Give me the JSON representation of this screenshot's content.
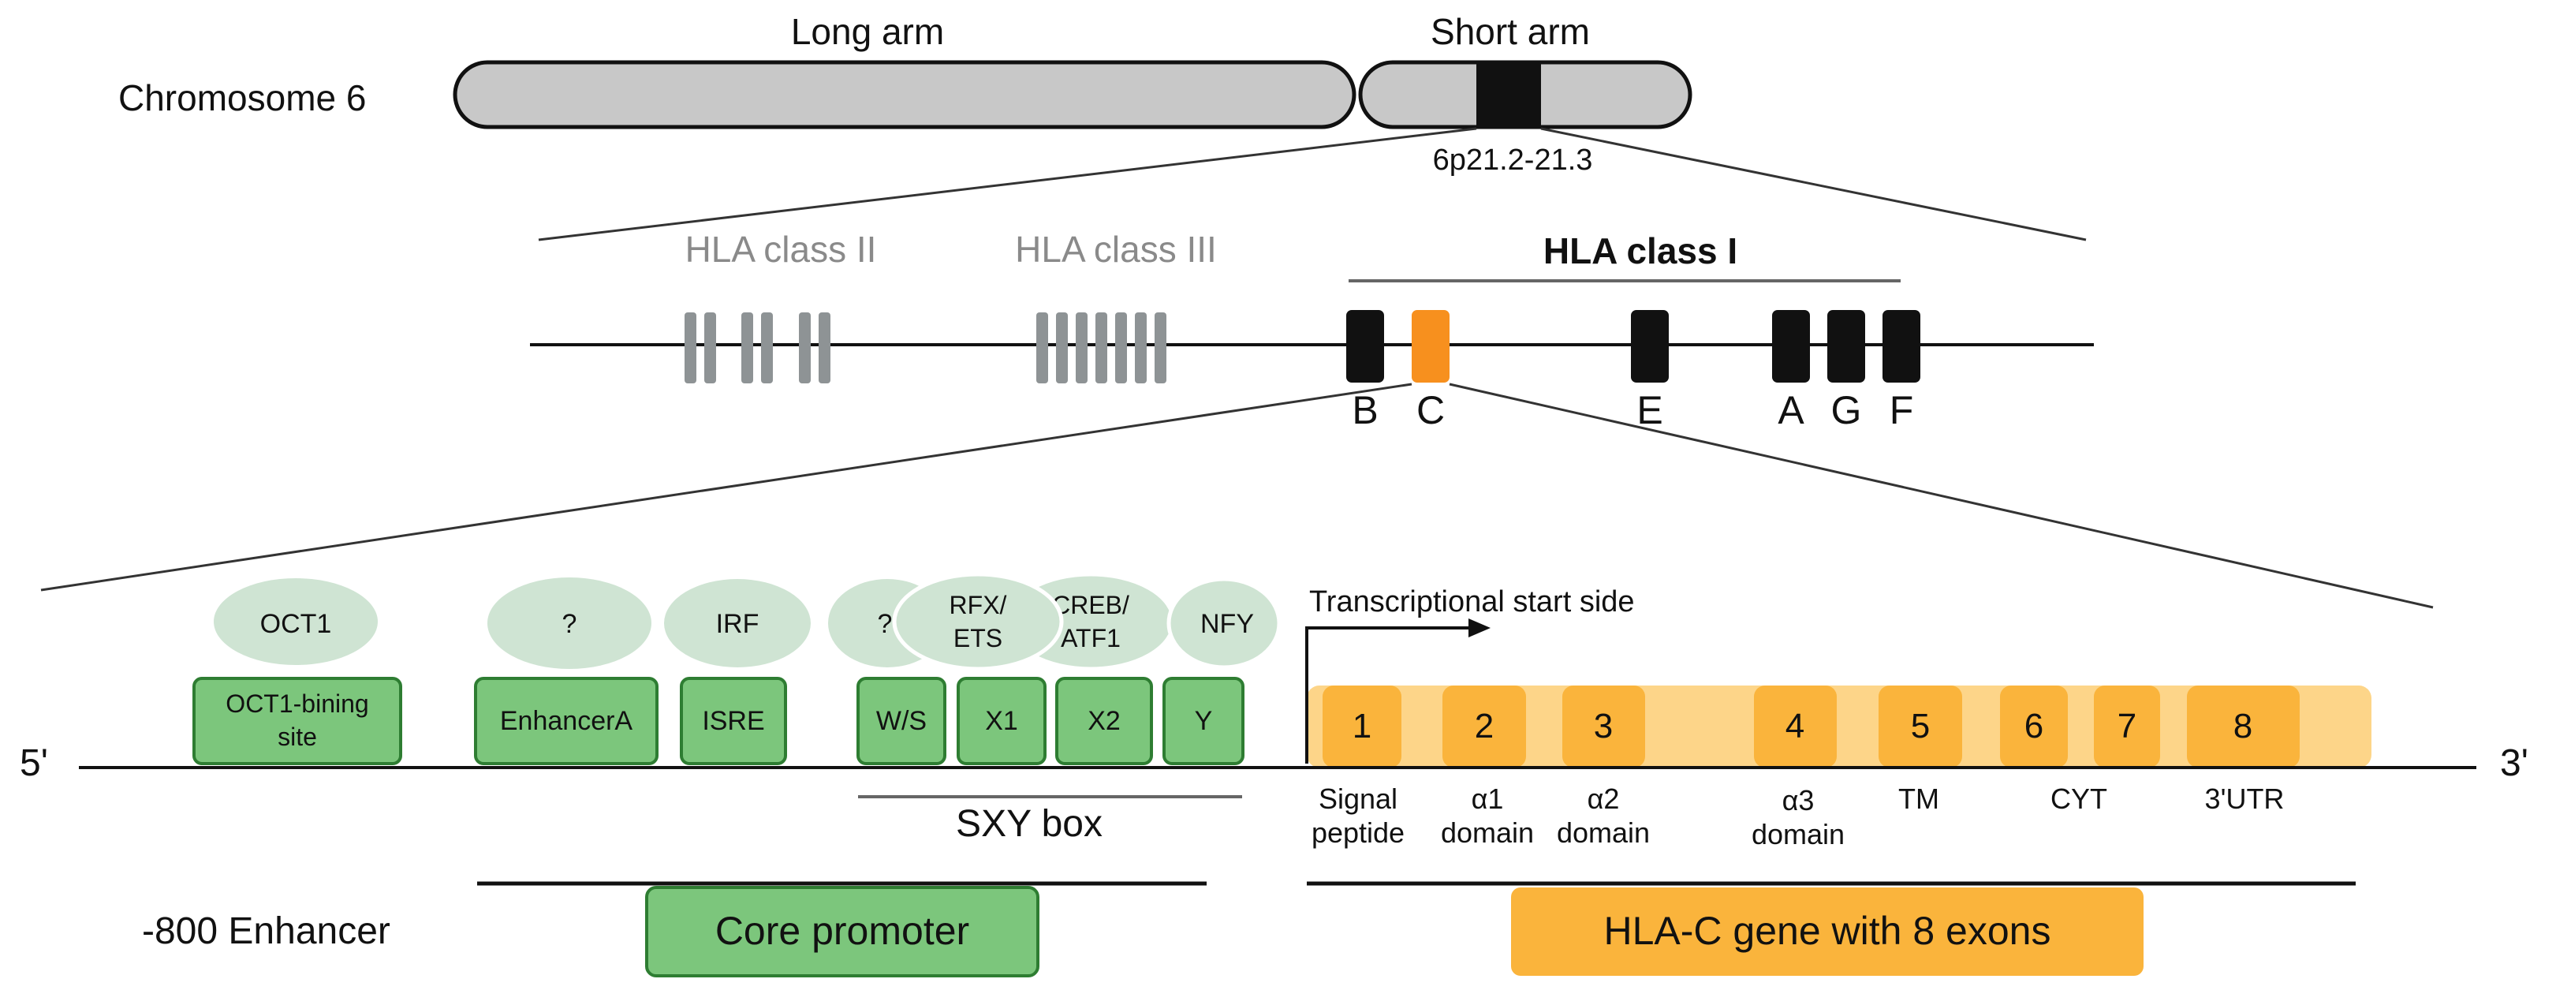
{
  "colors": {
    "green_fill": "#7cc67c",
    "green_stroke": "#2e7d32",
    "pale_green": "#cfe4d3",
    "gray_gene": "#8e9395",
    "chromosome_fill": "#c8c8c8",
    "black": "#111111",
    "orange": "#f7901e",
    "exon_orange": "#fab43c",
    "exon_bg": "#fdd589",
    "gray_text": "#8a8a8a"
  },
  "chromosome": {
    "label": "Chromosome 6",
    "long_arm": "Long arm",
    "short_arm": "Short arm",
    "band": "6p21.2-21.3"
  },
  "hla_region": {
    "class_ii": "HLA class II",
    "class_iii": "HLA class III",
    "class_i": "HLA class I",
    "genes": [
      "B",
      "C",
      "E",
      "A",
      "G",
      "F"
    ]
  },
  "gene": {
    "five_prime": "5'",
    "three_prime": "3'",
    "tss_label": "Transcriptional start side",
    "factors": [
      "OCT1",
      "?",
      "IRF",
      "?",
      "RFX/\nETS",
      "CREB/\nATF1",
      "NFY"
    ],
    "elements": [
      "OCT1-bining\nsite",
      "EnhancerA",
      "ISRE",
      "W/S",
      "X1",
      "X2",
      "Y"
    ],
    "sxy_label": "SXY box",
    "exons": [
      "1",
      "2",
      "3",
      "4",
      "5",
      "6",
      "7",
      "8"
    ],
    "exon_labels": [
      "Signal\npeptide",
      "α1\ndomain",
      "α2\ndomain",
      "α3\ndomain",
      "TM",
      "CYT",
      "3'UTR"
    ],
    "enhancer_label": "-800 Enhancer",
    "core_promoter": "Core promoter",
    "gene_label": "HLA-C gene with 8 exons"
  }
}
